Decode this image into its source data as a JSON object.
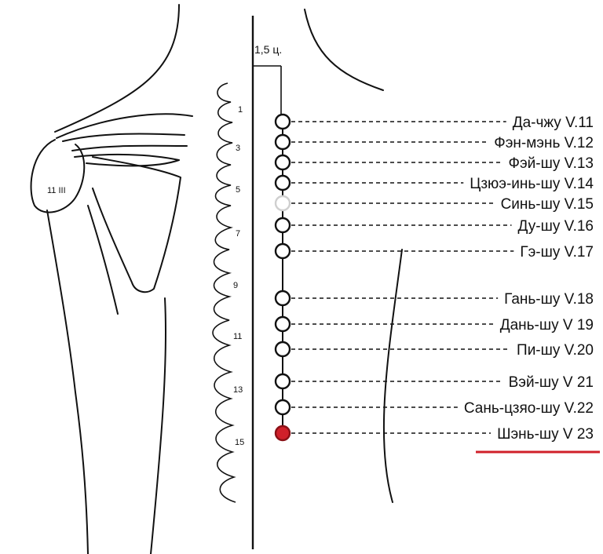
{
  "measure_label": "1,5 ц.",
  "shoulder_mark": "11 III",
  "vertebra_numbers": [
    "1",
    "3",
    "5",
    "7",
    "9",
    "11",
    "13",
    "15"
  ],
  "points": [
    {
      "label": "Да-чжу V.11",
      "style": "open"
    },
    {
      "label": "Фэн-мэнь V.12",
      "style": "open"
    },
    {
      "label": "Фэй-шу V.13",
      "style": "open"
    },
    {
      "label": "Цзюэ-инь-шу V.14",
      "style": "open"
    },
    {
      "label": "Синь-шу V.15",
      "style": "faint"
    },
    {
      "label": "Ду-шу V.16",
      "style": "open"
    },
    {
      "label": "Гэ-шу V.17",
      "style": "open"
    },
    {
      "label": "Гань-шу V.18",
      "style": "open"
    },
    {
      "label": "Дань-шу V 19",
      "style": "open"
    },
    {
      "label": "Пи-шу V.20",
      "style": "open"
    },
    {
      "label": "Вэй-шу V 21",
      "style": "open"
    },
    {
      "label": "Сань-цзяо-шу V.22",
      "style": "open"
    },
    {
      "label": "Шэнь-шу V 23",
      "style": "highlighted"
    }
  ],
  "colors": {
    "ink": "#111111",
    "highlight_fill": "#d0202a",
    "underline": "#d0202a",
    "background": "#ffffff"
  }
}
